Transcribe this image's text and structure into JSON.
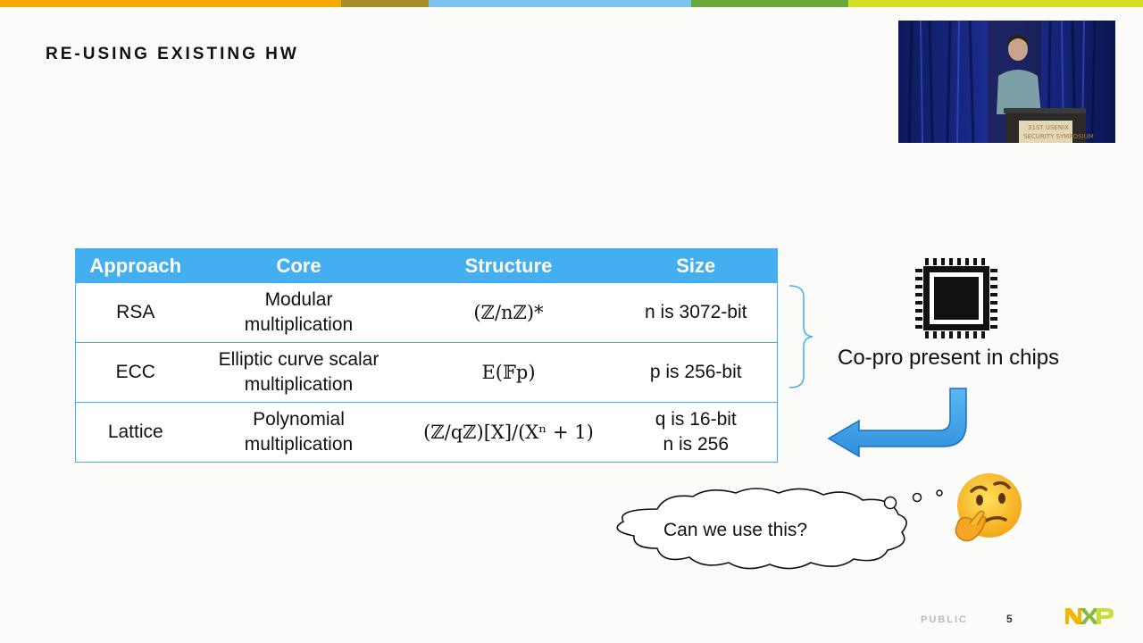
{
  "header": {
    "title": "RE-USING EXISTING HW",
    "stripe_colors": [
      "#f4a900",
      "#a88b2a",
      "#7fc4ef",
      "#69a83c",
      "#d6df23"
    ]
  },
  "table": {
    "headers": [
      "Approach",
      "Core",
      "Structure",
      "Size"
    ],
    "rows": [
      {
        "approach": "RSA",
        "core": [
          "Modular",
          "multiplication"
        ],
        "structure": "(ℤ/nℤ)*",
        "size": [
          "n is 3072-bit"
        ]
      },
      {
        "approach": "ECC",
        "core": [
          "Elliptic curve scalar",
          "multiplication"
        ],
        "structure": "E(𝔽p)",
        "size": [
          "p is 256-bit"
        ]
      },
      {
        "approach": "Lattice",
        "core": [
          "Polynomial",
          "multiplication"
        ],
        "structure": "(ℤ/qℤ)[X]/(Xⁿ + 1)",
        "size": [
          "q is 16-bit",
          "n is 256"
        ]
      }
    ],
    "header_color": "#43aff0"
  },
  "coprocessor": {
    "label": "Co-pro present in chips",
    "icon": "chip-icon"
  },
  "thought": {
    "text": "Can we use this?",
    "emoji": "thinking-face-icon"
  },
  "footer": {
    "classification": "PUBLIC",
    "page_number": "5",
    "logo_text": "NXP"
  }
}
